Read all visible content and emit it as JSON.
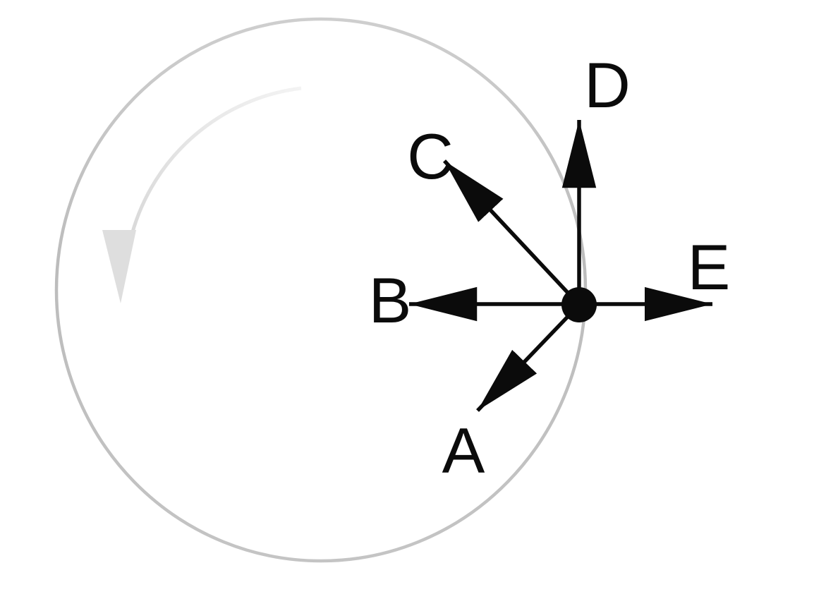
{
  "figure": {
    "description": "Point object on a circular path with counterclockwise rotation arrow and five candidate direction vectors",
    "rotation_direction": "counterclockwise",
    "point_labels": [
      "A",
      "B",
      "C",
      "D",
      "E"
    ],
    "arrows": [
      {
        "label": "A",
        "direction": "down-left"
      },
      {
        "label": "B",
        "direction": "left"
      },
      {
        "label": "C",
        "direction": "up-left"
      },
      {
        "label": "D",
        "direction": "up"
      },
      {
        "label": "E",
        "direction": "right"
      }
    ],
    "colors": {
      "circular_path": "#c1c1c1",
      "rotation_arrow": "#dedede",
      "vectors": "#0b0b0b",
      "background": "#ffffff"
    }
  }
}
